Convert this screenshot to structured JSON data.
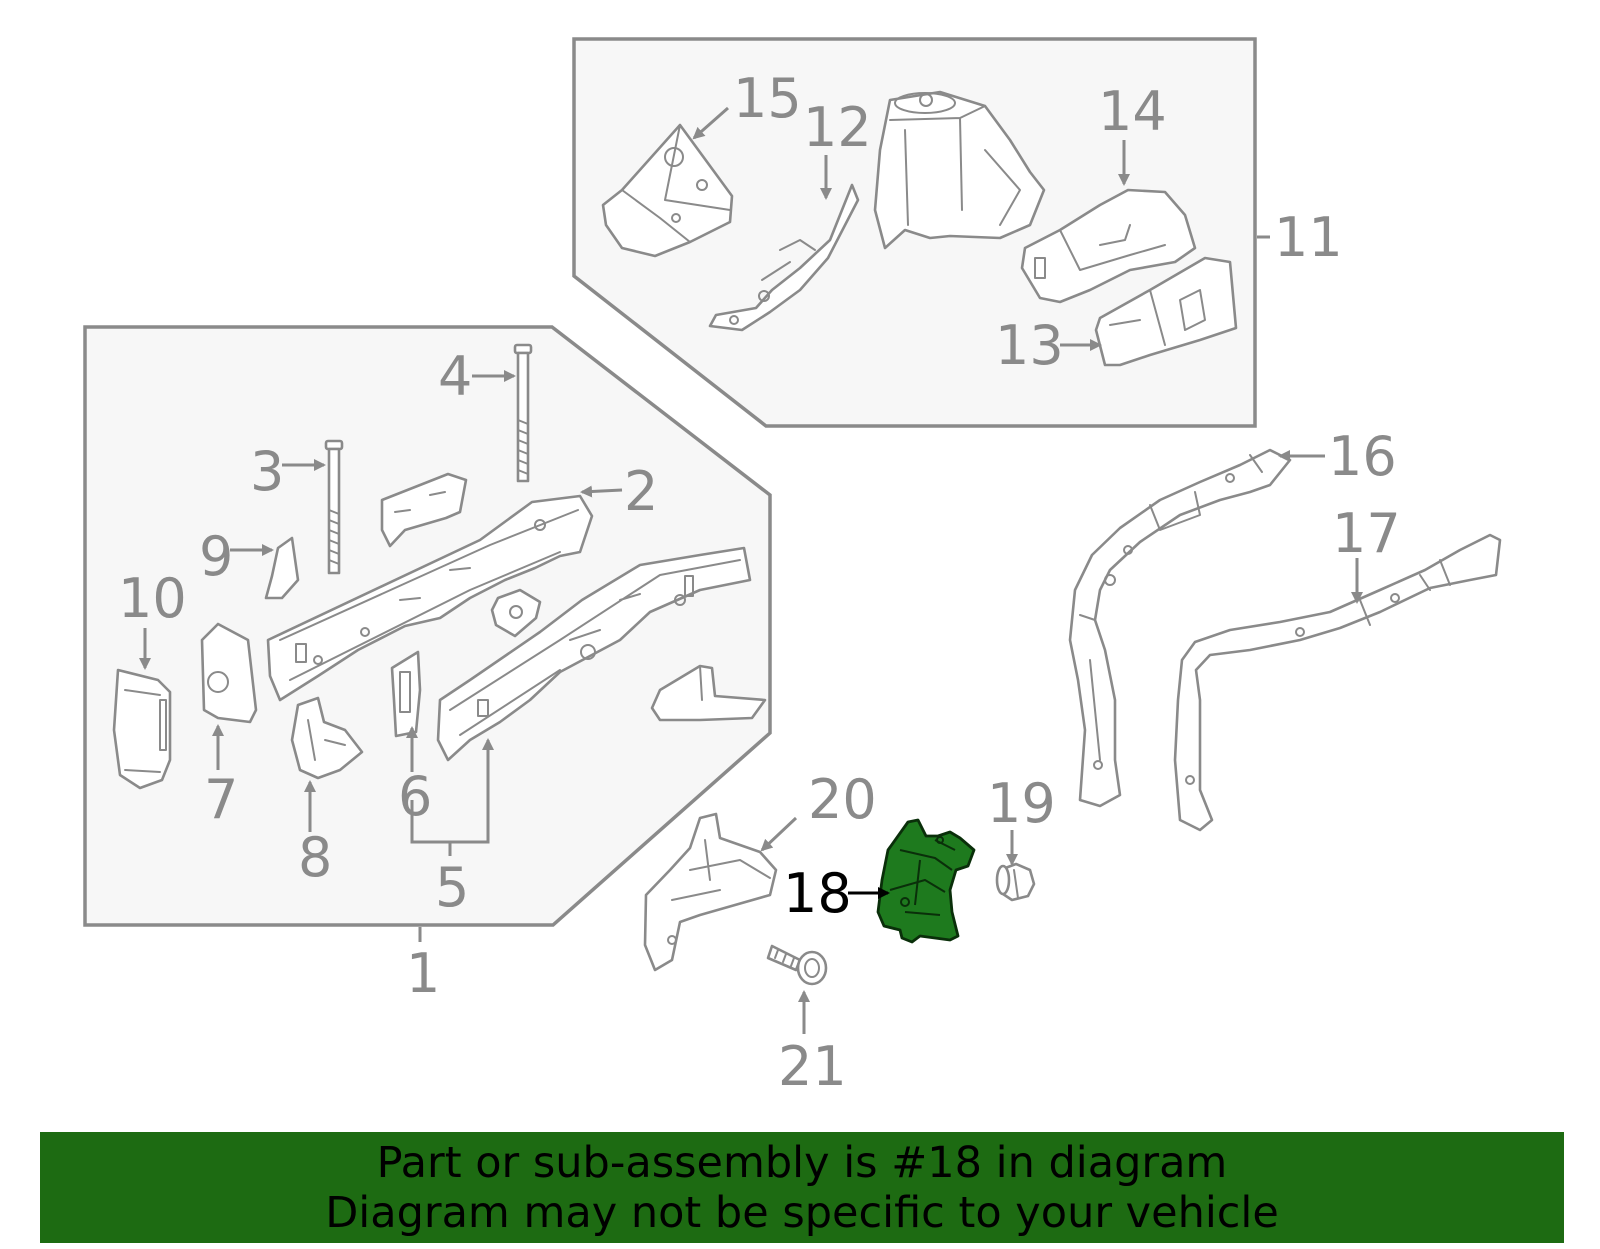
{
  "callouts": {
    "c1": "1",
    "c2": "2",
    "c3": "3",
    "c4": "4",
    "c5": "5",
    "c6": "6",
    "c7": "7",
    "c8": "8",
    "c9": "9",
    "c10": "10",
    "c11": "11",
    "c12": "12",
    "c13": "13",
    "c14": "14",
    "c15": "15",
    "c16": "16",
    "c17": "17",
    "c18": "18",
    "c19": "19",
    "c20": "20",
    "c21": "21"
  },
  "highlighted_part": "18",
  "colors": {
    "highlight_fill": "#1e7a1e",
    "banner_background": "#1d6b12",
    "line_gray": "#8a8a8a",
    "panel_fill": "#f7f7f7"
  },
  "banner": {
    "line1": "Part or sub-assembly is #18 in diagram",
    "line2": "Diagram may not be specific to your vehicle"
  }
}
